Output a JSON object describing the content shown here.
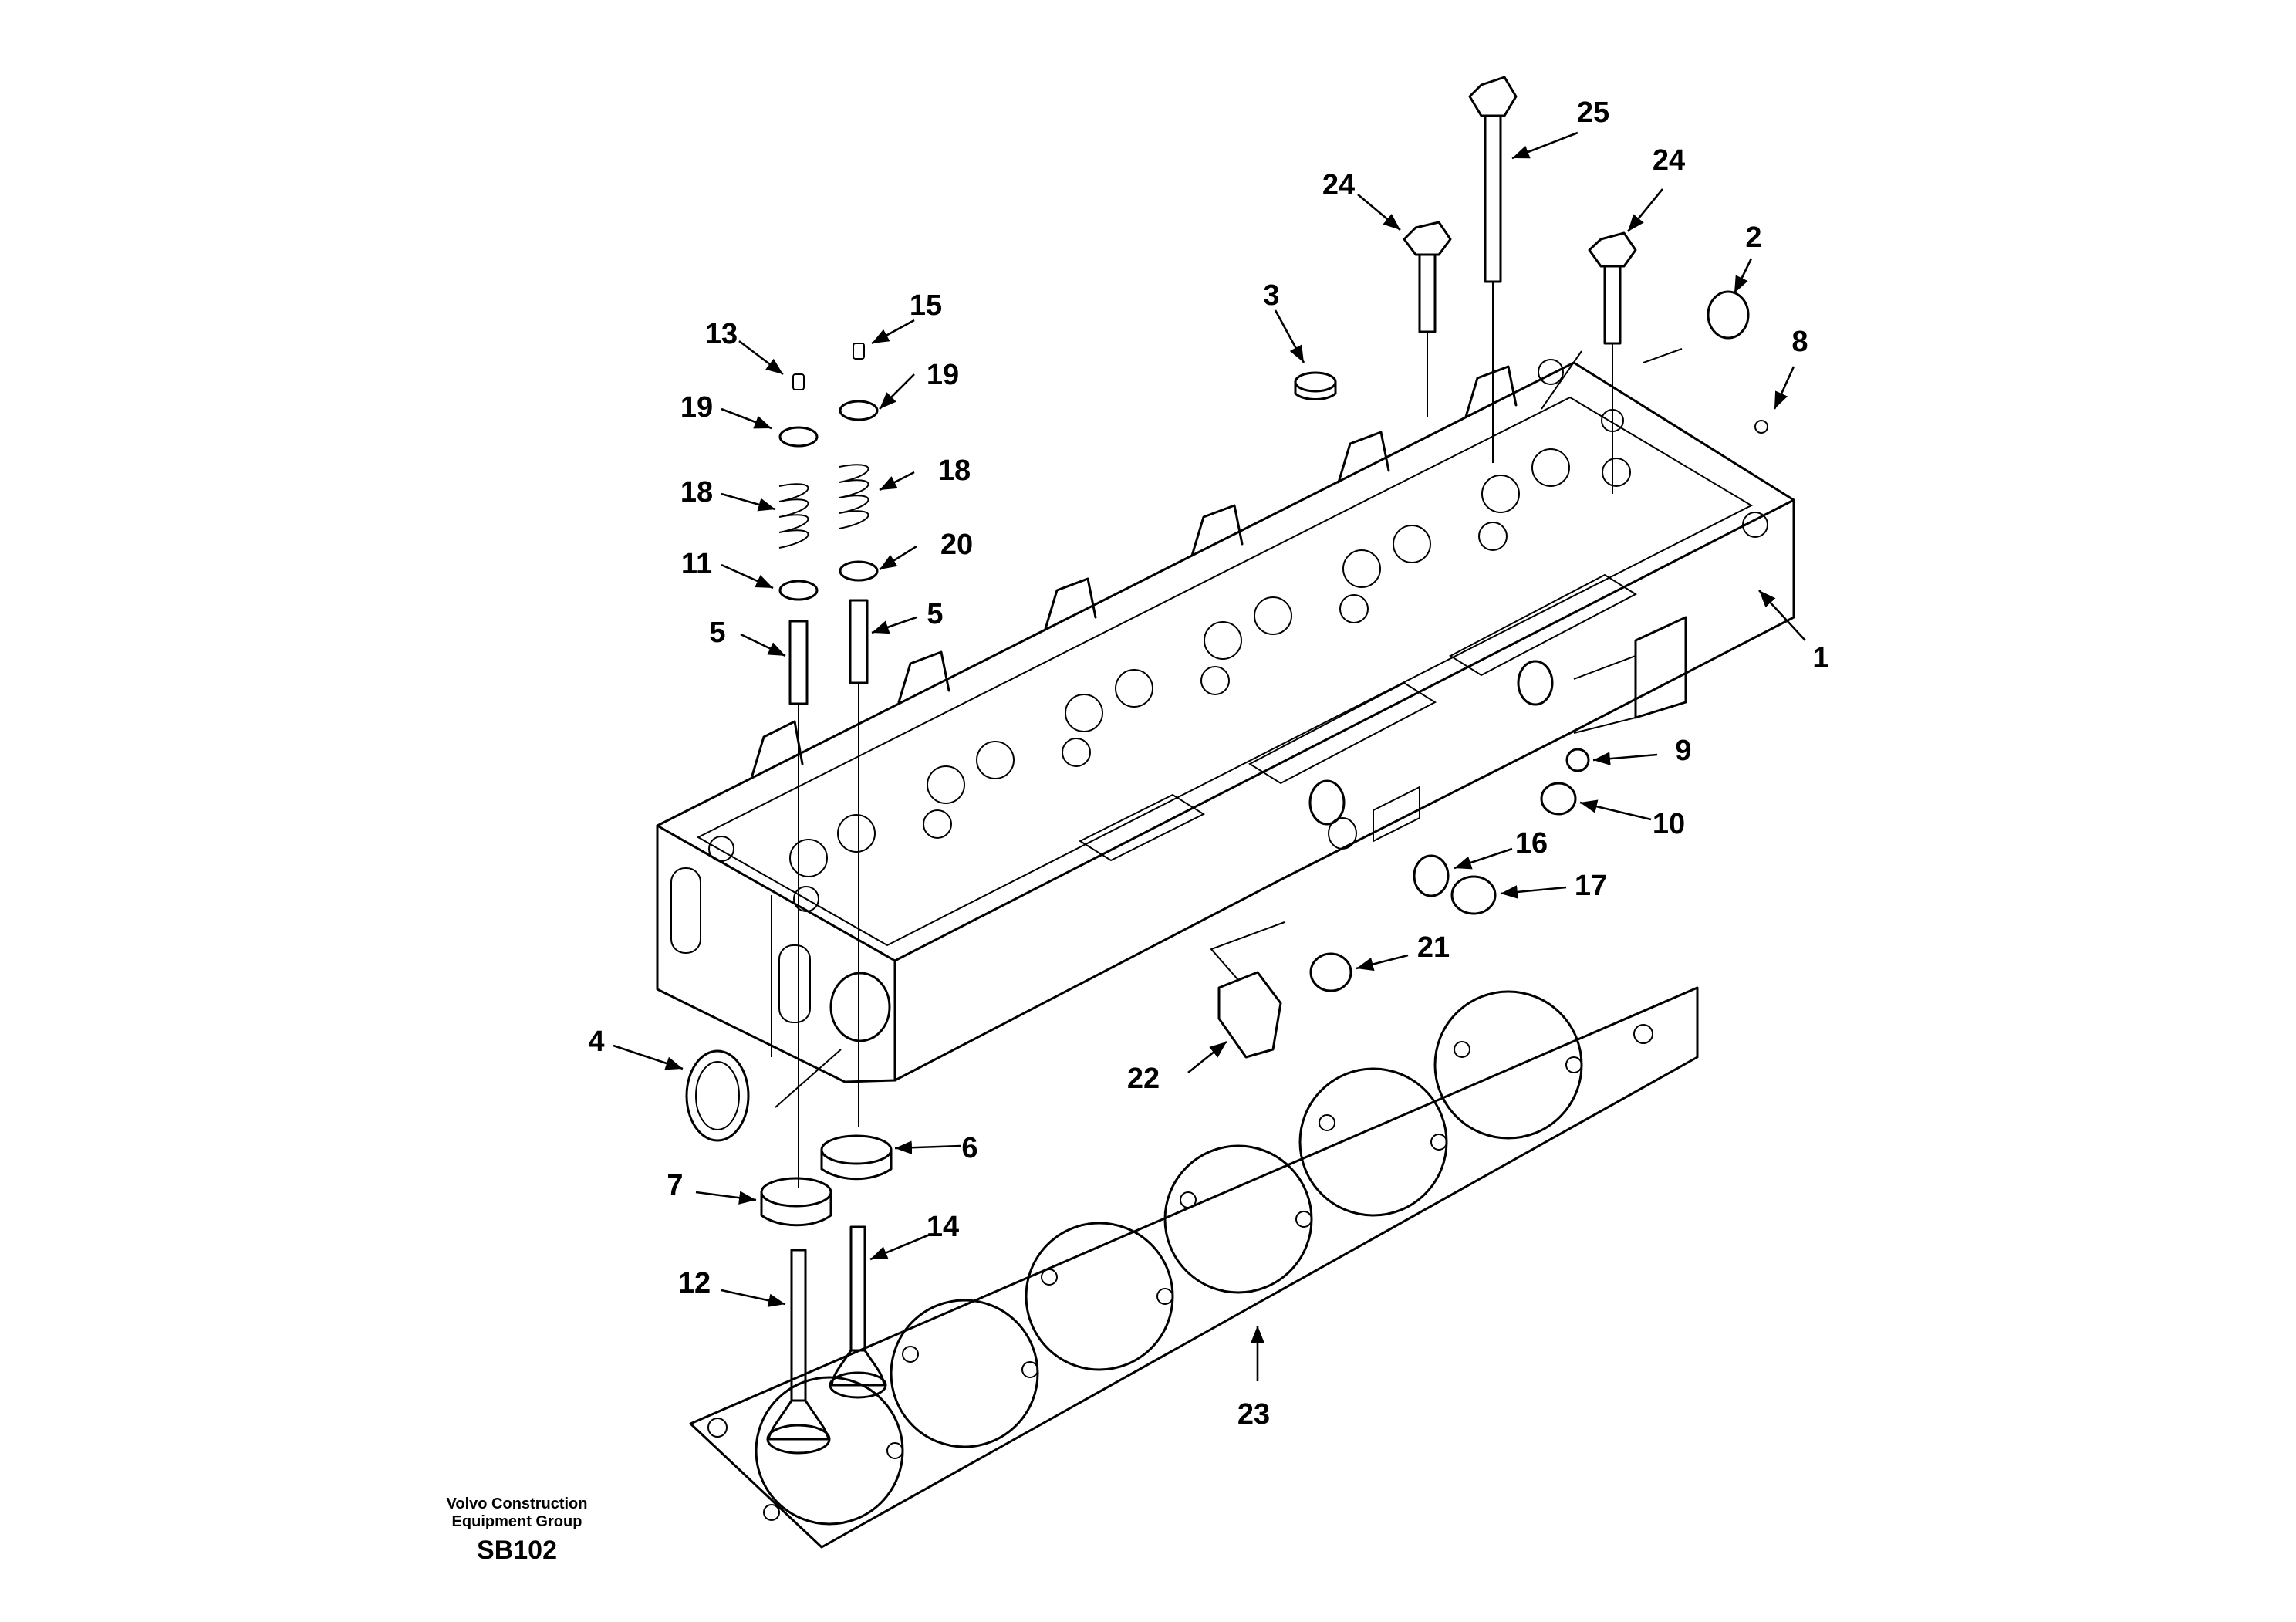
{
  "callouts": [
    {
      "label": "25"
    },
    {
      "label": "24"
    },
    {
      "label": "24"
    },
    {
      "label": "2"
    },
    {
      "label": "8"
    },
    {
      "label": "3"
    },
    {
      "label": "13"
    },
    {
      "label": "15"
    },
    {
      "label": "19"
    },
    {
      "label": "19"
    },
    {
      "label": "18"
    },
    {
      "label": "18"
    },
    {
      "label": "11"
    },
    {
      "label": "20"
    },
    {
      "label": "5"
    },
    {
      "label": "5"
    },
    {
      "label": "1"
    },
    {
      "label": "9"
    },
    {
      "label": "10"
    },
    {
      "label": "16"
    },
    {
      "label": "17"
    },
    {
      "label": "21"
    },
    {
      "label": "22"
    },
    {
      "label": "4"
    },
    {
      "label": "6"
    },
    {
      "label": "7"
    },
    {
      "label": "14"
    },
    {
      "label": "12"
    },
    {
      "label": "23"
    }
  ],
  "credit": {
    "line1": "Volvo Construction",
    "line2": "Equipment Group",
    "code": "SB102"
  },
  "colors": {
    "ink": "#000000",
    "paper": "#ffffff"
  }
}
